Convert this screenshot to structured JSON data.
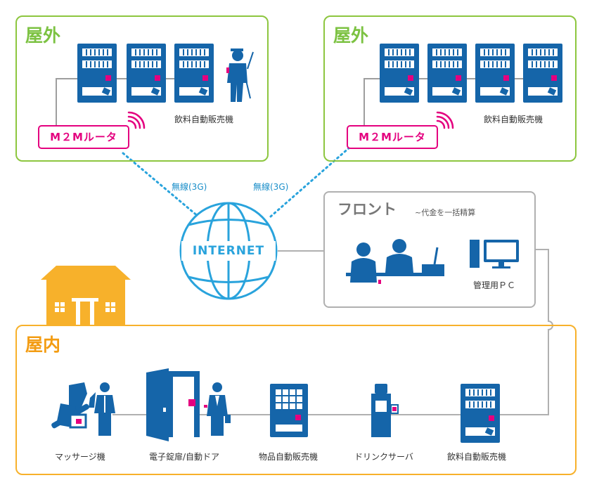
{
  "outdoor_left": {
    "title": "屋外",
    "vending_label": "飲料自動販売機",
    "router_label": "M２Mルータ"
  },
  "outdoor_right": {
    "title": "屋外",
    "vending_label": "飲料自動販売機",
    "router_label": "M２Mルータ"
  },
  "links": {
    "left_wireless": "無線(3G)",
    "right_wireless": "無線(3G)"
  },
  "internet": {
    "label": "INTERNET"
  },
  "front": {
    "title": "フロント",
    "subtitle": "~代金を一括精算",
    "pc_label": "管理用ＰＣ"
  },
  "indoor": {
    "title": "屋内",
    "devices": [
      {
        "label": "マッサージ機"
      },
      {
        "label": "電子錠扉/自動ドア"
      },
      {
        "label": "物品自動販売機"
      },
      {
        "label": "ドリンクサーバ"
      },
      {
        "label": "飲料自動販売機"
      }
    ]
  },
  "colors": {
    "outdoor_border": "#8dc63f",
    "indoor_border": "#f7b12b",
    "device_blue": "#1565a9",
    "accent_pink": "#e4007f",
    "internet_blue": "#29a3dc"
  }
}
